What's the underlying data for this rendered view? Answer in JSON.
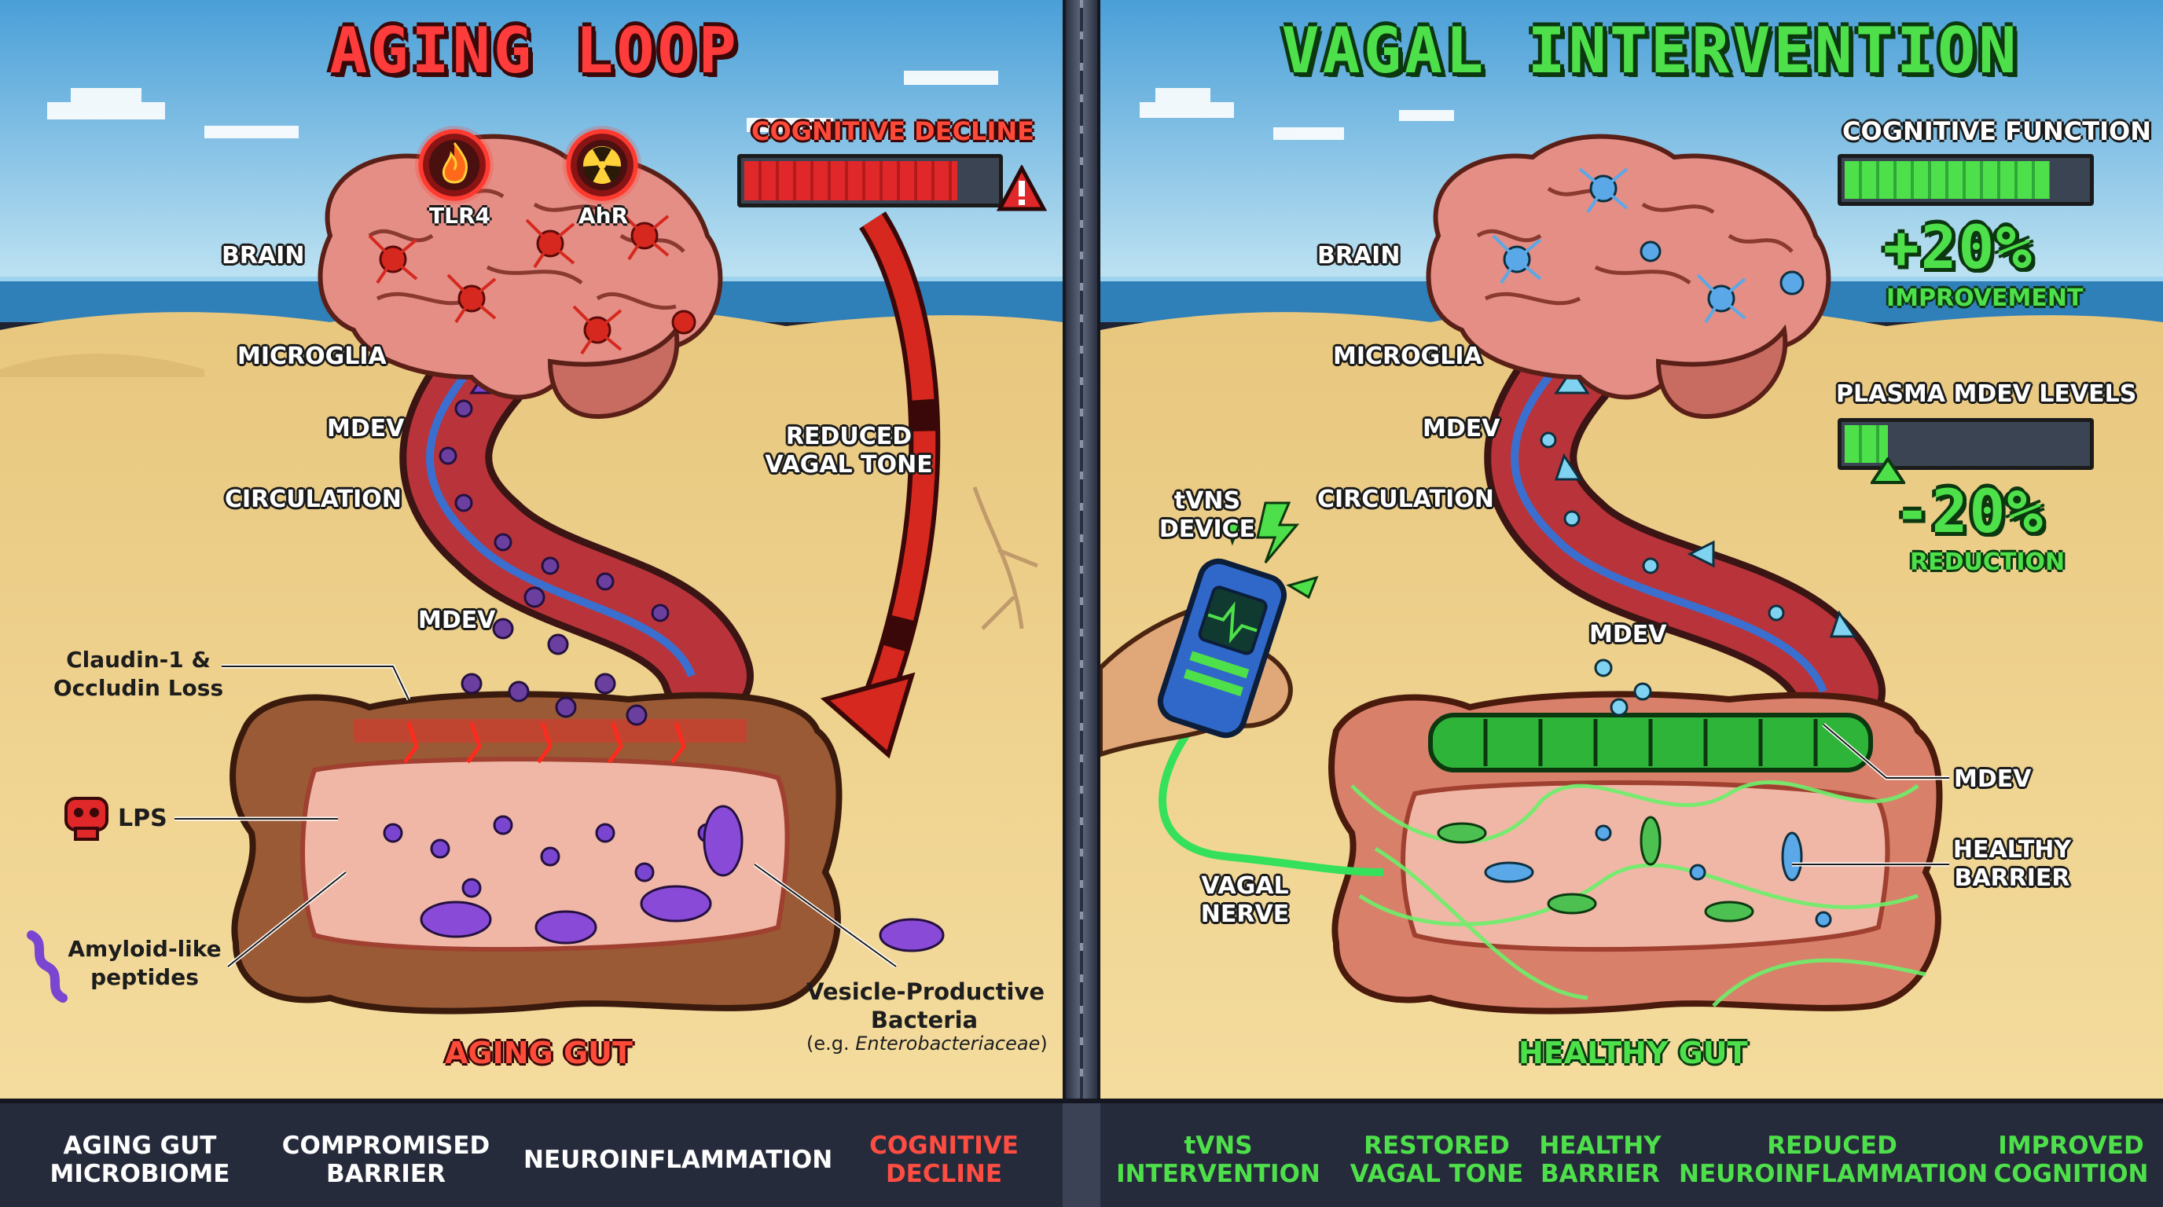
{
  "left_panel": {
    "title": "AGING LOOP",
    "meter_label": "COGNITIVE DECLINE",
    "meter_level_percent": 85,
    "labels": {
      "brain": "BRAIN",
      "microglia": "MICROGLIA",
      "mdev_top": "MDEV",
      "circulation": "CIRCULATION",
      "mdev_mid": "MDEV",
      "reduced_vagal_tone": [
        "REDUCED",
        "VAGAL TONE"
      ],
      "claudin": [
        "Claudin-1 &",
        "Occludin Loss"
      ],
      "lps": "LPS",
      "amyloid": [
        "Amyloid-like",
        "peptides"
      ],
      "bacteria": [
        "Vesicle-Productive",
        "Bacteria"
      ],
      "bacteria_example_prefix": "(e.g. ",
      "bacteria_example_name": "Enterobacteriaceae",
      "bacteria_example_suffix": ")",
      "gut": "AGING GUT"
    },
    "badges": {
      "tlr4": "TLR4",
      "ahr": "AhR"
    }
  },
  "right_panel": {
    "title": "VAGAL INTERVENTION",
    "cognitive_meter_label": "COGNITIVE FUNCTION",
    "cognitive_meter_level_percent": 85,
    "improvement_value": "+20%",
    "improvement_label": "IMPROVEMENT",
    "plasma_meter_label": "PLASMA MDEV LEVELS",
    "plasma_meter_level_percent": 20,
    "reduction_value": "-20%",
    "reduction_label": "REDUCTION",
    "labels": {
      "brain": "BRAIN",
      "microglia": "MICROGLIA",
      "mdev_top": "MDEV",
      "circulation": "CIRCULATION",
      "device": [
        "tVNS",
        "DEVICE"
      ],
      "mdev_mid": "MDEV",
      "mdev_right": "MDEV",
      "healthy_barrier": [
        "HEALTHY",
        "BARRIER"
      ],
      "vagal_nerve": [
        "VAGAL",
        "NERVE"
      ],
      "gut": "HEALTHY GUT"
    }
  },
  "footer": {
    "left": [
      {
        "lines": [
          "AGING GUT",
          "MICROBIOME"
        ],
        "color": "#ffffff"
      },
      {
        "lines": [
          "COMPROMISED",
          "BARRIER"
        ],
        "color": "#ffffff"
      },
      {
        "lines": [
          "NEUROINFLAMMATION"
        ],
        "color": "#ffffff"
      },
      {
        "lines": [
          "COGNITIVE",
          "DECLINE"
        ],
        "color": "#ff4d42"
      }
    ],
    "right": [
      {
        "lines": [
          "tVNS",
          "INTERVENTION"
        ],
        "color": "#4ee04a"
      },
      {
        "lines": [
          "RESTORED",
          "VAGAL TONE"
        ],
        "color": "#4ee04a"
      },
      {
        "lines": [
          "HEALTHY",
          "BARRIER"
        ],
        "color": "#4ee04a"
      },
      {
        "lines": [
          "REDUCED",
          "NEUROINFLAMMATION"
        ],
        "color": "#4ee04a"
      },
      {
        "lines": [
          "IMPROVED",
          "COGNITION"
        ],
        "color": "#4ee04a"
      }
    ]
  },
  "colors": {
    "sky_top": "#5aa9dc",
    "sea": "#2f7fb8",
    "sand": "#f2d48c",
    "alert_red": "#ff3c3c",
    "healthy_green": "#4ee04a",
    "mdev_purple": "#6b3fa0",
    "mdev_blue": "#7fd3f0"
  },
  "icons": [
    "fire-icon",
    "radiation-icon",
    "warning-icon",
    "skull-icon",
    "amyloid-squiggle-icon",
    "lightning-icon"
  ]
}
